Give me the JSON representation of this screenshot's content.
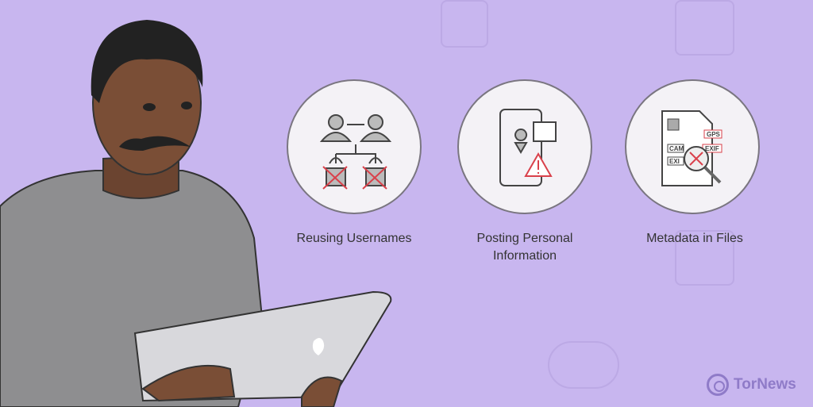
{
  "items": [
    {
      "label": "Reusing Usernames",
      "icon": "username-reuse-icon"
    },
    {
      "label": "Posting Personal Information",
      "icon": "phone-location-warning-icon"
    },
    {
      "label": "Metadata in Files",
      "icon": "file-metadata-icon",
      "tags": [
        "GPS",
        "EXIF",
        "CAM",
        "EXI"
      ]
    }
  ],
  "brand": {
    "name": "TorNews"
  },
  "colors": {
    "background": "#c8b6ef",
    "alert": "#d9414b",
    "accent": "#8f7bc8"
  }
}
